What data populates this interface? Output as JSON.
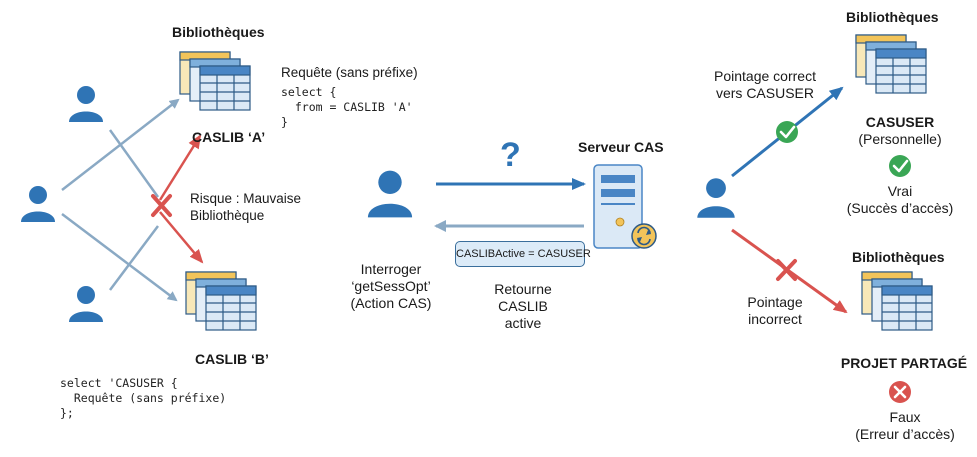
{
  "left": {
    "lib_a": {
      "heading": "Bibliothèques",
      "name": "CASLIB ‘A’"
    },
    "lib_b": {
      "name": "CASLIB ‘B’"
    },
    "query_a": {
      "title": "Requête (sans préfixe)",
      "code": "select {\n  from = CASLIB 'A'\n}"
    },
    "risk": "Risque : Mauvaise\nBibliothèque",
    "query_b": {
      "code": "select 'CASUSER {\n  Requête (sans préfixe)\n};"
    }
  },
  "middle": {
    "question_mark": "?",
    "server_title": "Serveur CAS",
    "request_label": "Interroger\n‘getSessOpt’\n(Action CAS)",
    "reply_bubble": "CASLIBActive = CASUSER",
    "reply_label": "Retourne\nCASLIB\nactive"
  },
  "right": {
    "correct_label": "Pointage correct\nvers CASUSER",
    "incorrect_label": "Pointage\nincorrect",
    "top_lib": {
      "heading": "Bibliothèques",
      "name": "CASUSER",
      "sub": "(Personnelle)",
      "result": "Vrai\n(Succès d’accès)"
    },
    "bottom_lib": {
      "heading": "Bibliothèques",
      "name": "PROJET PARTAGÉ",
      "result": "Faux\n(Erreur d’accès)"
    }
  },
  "colors": {
    "user": "#2f74b5",
    "arrow_gray": "#8aa9c4",
    "arrow_blue": "#2f74b5",
    "arrow_red": "#d9534f",
    "success": "#3aa655",
    "error": "#d9534f",
    "db_yellow": "#f2c45a",
    "db_blue": "#4a86c5",
    "db_light": "#dbe9f6"
  },
  "icons": [
    "user-icon",
    "database-icon",
    "server-icon",
    "refresh-icon",
    "check-icon",
    "cross-icon",
    "question-icon"
  ]
}
